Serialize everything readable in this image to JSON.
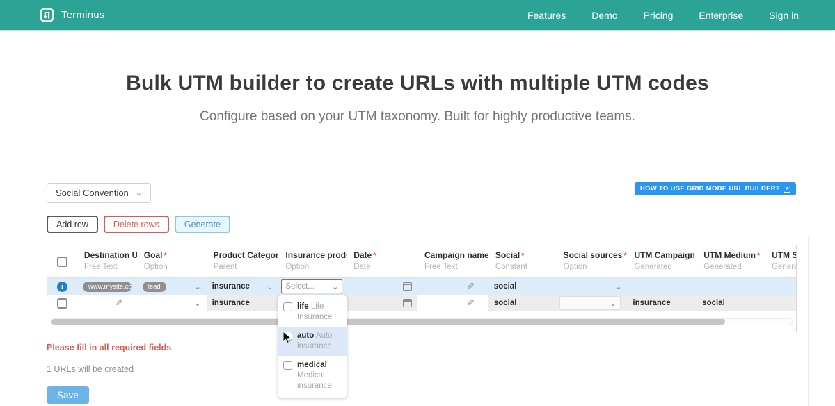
{
  "navbar": {
    "brand": "Terminus",
    "links": [
      {
        "label": "Features"
      },
      {
        "label": "Demo"
      },
      {
        "label": "Pricing"
      },
      {
        "label": "Enterprise"
      },
      {
        "label": "Sign in"
      }
    ]
  },
  "hero": {
    "title": "Bulk UTM builder to create URLs with multiple UTM codes",
    "subtitle": "Configure based on your UTM taxonomy. Built for highly productive teams."
  },
  "toolbar": {
    "convention_select": "Social Convention",
    "help_button": "HOW TO USE GRID MODE URL BUILDER?",
    "add_row": "Add row",
    "delete_rows": "Delete rows",
    "generate": "Generate"
  },
  "table": {
    "columns": [
      {
        "label": "Destination URL",
        "mark": "*",
        "type": "Free Text"
      },
      {
        "label": "Goal",
        "mark": "*",
        "type": "Option"
      },
      {
        "label": "Product Category",
        "mark": "*",
        "type": "Parent"
      },
      {
        "label": "Insurance products",
        "mark": "",
        "type": "Option"
      },
      {
        "label": "Date",
        "mark": "*",
        "type": "Date"
      },
      {
        "label": "Campaign name",
        "mark": "*",
        "type": "Free Text"
      },
      {
        "label": "Social",
        "mark": "*",
        "type": "Constant"
      },
      {
        "label": "Social sources",
        "mark": "*",
        "type": "Option"
      },
      {
        "label": "UTM Campaign",
        "mark": "*",
        "type": "Generated"
      },
      {
        "label": "UTM Medium",
        "mark": "*",
        "type": "Generated"
      },
      {
        "label": "UTM Sou",
        "mark": "",
        "type": "Generated"
      }
    ],
    "rows": [
      {
        "destination_url": "www.mysite.com/blog/a",
        "goal": "lead",
        "product_category": "insurance",
        "insurance_products_placeholder": "Select...",
        "social": "social"
      },
      {
        "product_category": "insurance",
        "social": "social",
        "utm_campaign": "insurance",
        "utm_medium": "social"
      }
    ]
  },
  "dropdown": {
    "options": [
      {
        "value": "life",
        "label": "Life Insurance",
        "highlighted": false
      },
      {
        "value": "auto",
        "label": "Auto insurance",
        "highlighted": true
      },
      {
        "value": "medical",
        "label": "Medical insurance",
        "highlighted": false
      }
    ]
  },
  "footer": {
    "error": "Please fill in all required fields",
    "count": "1 URLs will be created",
    "save": "Save"
  },
  "icons": {
    "chevron_down": "⌄",
    "pencil": "✎",
    "info": "i",
    "external_link": "↗"
  },
  "colors": {
    "navbar_teal": "#2ba496",
    "help_blue": "#2b96f1",
    "delete_red": "#e2574c",
    "generate_blue": "#4196d6",
    "row_selected": "#dcecf8",
    "row_filled": "#ececec",
    "save_blue": "#6cb3e8",
    "error_red": "#e05b52",
    "info_blue": "#2479d0"
  }
}
